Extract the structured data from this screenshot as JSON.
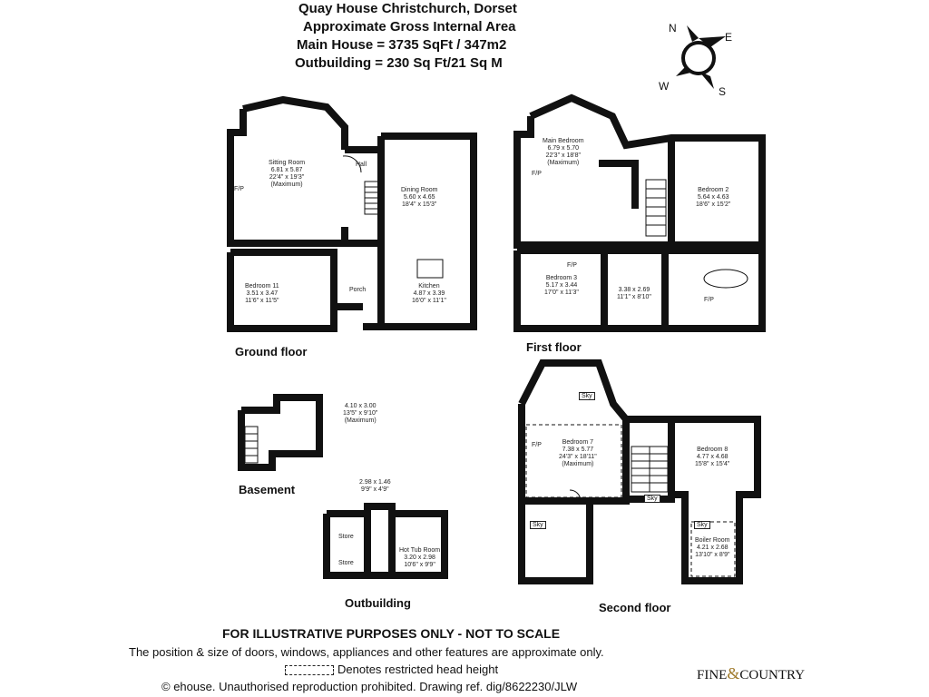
{
  "header": {
    "title_line1": "Quay House Christchurch, Dorset",
    "title_line2": "Approximate Gross Internal Area",
    "title_line3": "Main House = 3735 SqFt / 347m2",
    "title_line4": "Outbuilding = 230 Sq Ft/21 Sq M"
  },
  "compass": {
    "n": "N",
    "e": "E",
    "w": "W",
    "s": "S"
  },
  "floors": {
    "ground": "Ground floor",
    "first": "First floor",
    "second": "Second floor",
    "basement": "Basement",
    "outbuilding": "Outbuilding"
  },
  "rooms": {
    "sitting": {
      "name": "Sitting Room",
      "m": "6.81 x 5.87",
      "ft": "22'4\" x 19'3\"",
      "note": "(Maximum)"
    },
    "hall": {
      "name": "Hall"
    },
    "dining": {
      "name": "Dining Room",
      "m": "5.60 x 4.65",
      "ft": "18'4\" x 15'3\""
    },
    "bedroom11": {
      "name": "Bedroom 11",
      "m": "3.51 x 3.47",
      "ft": "11'6\" x 11'5\""
    },
    "porch": {
      "name": "Porch"
    },
    "kitchen": {
      "name": "Kitchen",
      "m": "4.87 x 3.39",
      "ft": "16'0\" x 11'1\""
    },
    "main_bed": {
      "name": "Main Bedroom",
      "m": "6.79 x 5.70",
      "ft": "22'3\" x 18'8\"",
      "note": "(Maximum)"
    },
    "bedroom2": {
      "name": "Bedroom 2",
      "m": "5.64 x 4.63",
      "ft": "18'6\" x 15'2\""
    },
    "bedroom3": {
      "name": "Bedroom 3",
      "m": "5.17 x 3.44",
      "ft": "17'0\" x 11'3\""
    },
    "first_small": {
      "m": "3.38 x 2.69",
      "ft": "11'1\" x 8'10\""
    },
    "bedroom7": {
      "name": "Bedroom 7",
      "m": "7.38 x 5.77",
      "ft": "24'3\" x 18'11\"",
      "note": "(Maximum)"
    },
    "bedroom8": {
      "name": "Bedroom 8",
      "m": "4.77 x 4.68",
      "ft": "15'8\" x 15'4\""
    },
    "boiler": {
      "name": "Boiler Room",
      "m": "4.21 x 2.68",
      "ft": "13'10\" x 8'9\""
    },
    "basement": {
      "m": "4.10 x 3.00",
      "ft": "13'5\" x 9'10\"",
      "note": "(Maximum)"
    },
    "outbuilding_top": {
      "m": "2.98 x 1.46",
      "ft": "9'9\" x 4'9\""
    },
    "store": "Store",
    "hottub": {
      "name": "Hot Tub Room",
      "m": "3.20 x 2.98",
      "ft": "10'6\" x 9'9\""
    }
  },
  "labels": {
    "fp": "F/P",
    "sky": "Sky"
  },
  "footer": {
    "disclaimer": "FOR ILLUSTRATIVE PURPOSES ONLY - NOT TO SCALE",
    "note": "The position & size of doors, windows, appliances and other features are approximate only.",
    "legend": "Denotes restricted head height",
    "copyright": "© ehouse. Unauthorised reproduction prohibited. Drawing ref. dig/8622230/JLW",
    "brand_left": "FINE",
    "brand_amp": "&",
    "brand_right": "COUNTRY"
  }
}
